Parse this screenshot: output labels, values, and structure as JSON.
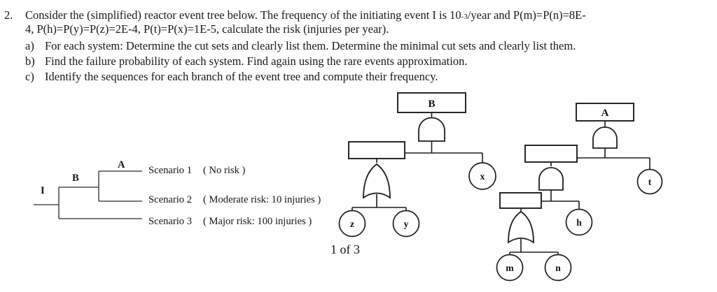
{
  "problem": {
    "number": "2.",
    "intro_line1_pre": "Consider the (simplified) reactor event tree below.  The frequency of the initiating event I is 10",
    "intro_line1_sup": "-3",
    "intro_line1_post": "/year and P(m)=P(n)=8E-",
    "intro_line2": "4, P(h)=P(y)=P(z)=2E-4, P(t)=P(x)=1E-5, calculate the risk (injuries per year).",
    "items": [
      {
        "marker": "a)",
        "text": "For each system: Determine the cut sets and clearly list them.  Determine the minimal cut sets and clearly list them."
      },
      {
        "marker": "b)",
        "text": "Find the failure probability of each system.  Find again using the rare events approximation."
      },
      {
        "marker": "c)",
        "text": "Identify the sequences for each branch of the event tree and compute their frequency."
      }
    ]
  },
  "event_tree": {
    "initiating_label": "I",
    "branch_labels": {
      "first": "B",
      "second": "A"
    },
    "scenarios": [
      {
        "name": "Scenario 1",
        "description": "( No risk )"
      },
      {
        "name": "Scenario 2",
        "description": "( Moderate risk:  10 injuries )"
      },
      {
        "name": "Scenario 3",
        "description": "( Major risk:  100 injuries )"
      }
    ]
  },
  "fault_tree_b": {
    "top_label": "B",
    "top_gate": "and-gate",
    "intermediate_label": "",
    "intermediate_gate": "or-gate",
    "basic_events": [
      "z",
      "y",
      "x"
    ]
  },
  "fault_tree_a": {
    "top_label": "A",
    "top_gate": "and-gate",
    "intermediate_label": "",
    "intermediate_gate": "and-gate",
    "sub_intermediate_label": "",
    "sub_intermediate_gate": "or-gate",
    "basic_events": [
      "m",
      "n",
      "h",
      "t"
    ]
  },
  "footer": {
    "page_indicator": "1 of 3"
  },
  "colors": {
    "ink": "#17181a",
    "background": "#ffffff",
    "line": "#1c1d1f"
  }
}
